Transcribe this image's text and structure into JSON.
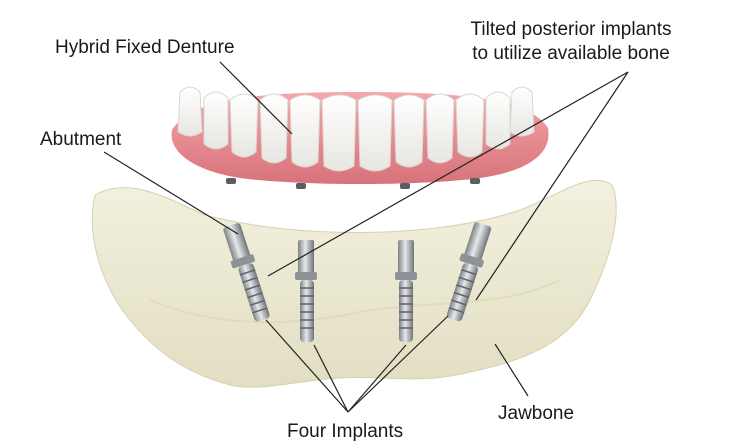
{
  "labels": {
    "hybrid_denture": "Hybrid Fixed Denture",
    "abutment": "Abutment",
    "tilted_line1": "Tilted posterior implants",
    "tilted_line2": "to utilize available bone",
    "jawbone": "Jawbone",
    "four_implants": "Four Implants"
  },
  "colors": {
    "background": "#ffffff",
    "gum": "#e58a8f",
    "tooth": "#ffffff",
    "bone": "#ece9d2",
    "metal": "#9ea3a8",
    "leader_line": "#222222"
  }
}
